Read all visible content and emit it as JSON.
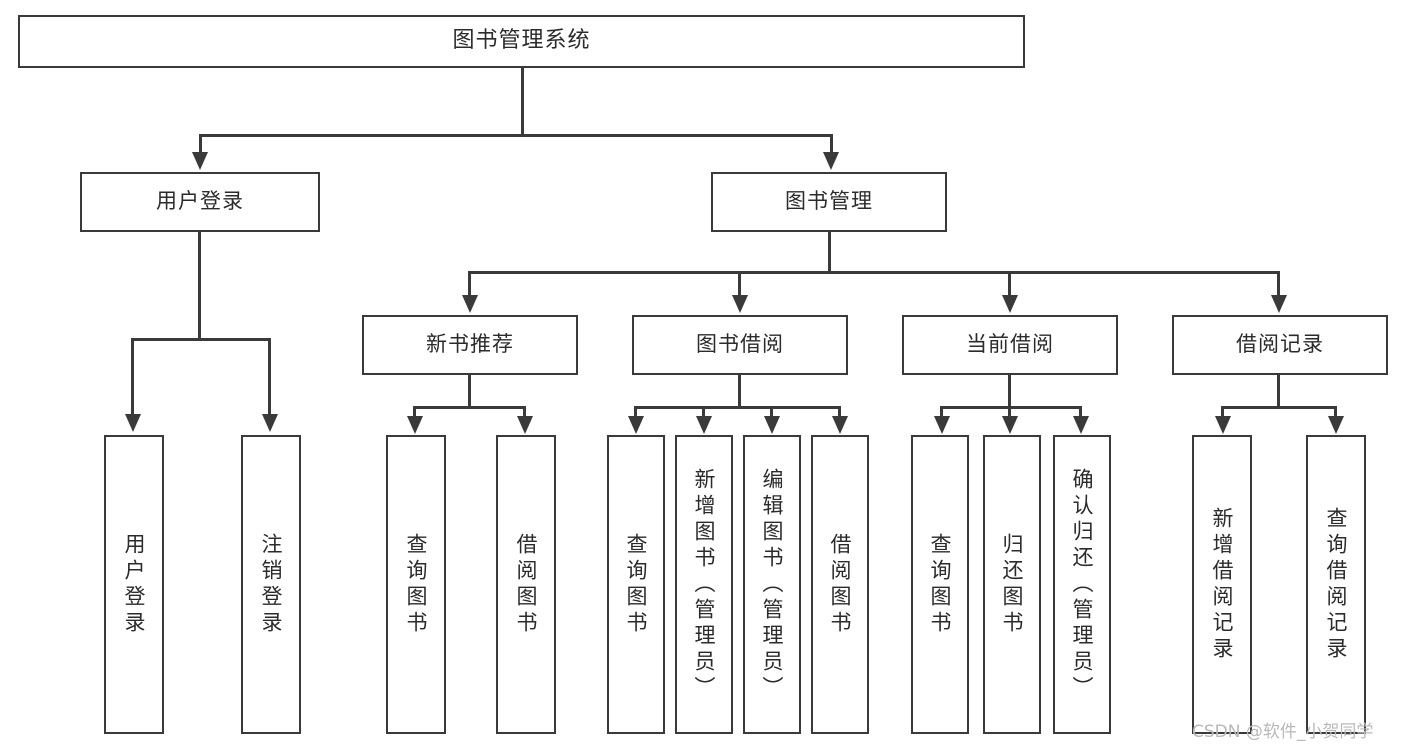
{
  "diagram": {
    "title": "图书管理系统",
    "watermark": "CSDN @软件_小贺同学",
    "stroke_color": "#3a3a3a",
    "text_color": "#2b2b2b",
    "background_color": "#ffffff",
    "watermark_color": "#b9b9b9"
  },
  "nodes": {
    "root": {
      "label": "图书管理系统"
    },
    "level2": [
      {
        "label": "用户登录"
      },
      {
        "label": "图书管理"
      }
    ],
    "level3": [
      {
        "label": "新书推荐"
      },
      {
        "label": "图书借阅"
      },
      {
        "label": "当前借阅"
      },
      {
        "label": "借阅记录"
      }
    ],
    "leaves": {
      "user_login": [
        {
          "label": "用户登录"
        },
        {
          "label": "注销登录"
        }
      ],
      "new_book": [
        {
          "label": "查询图书"
        },
        {
          "label": "借阅图书"
        }
      ],
      "book_borrow": [
        {
          "label": "查询图书"
        },
        {
          "label": "新增图书（管理员）"
        },
        {
          "label": "编辑图书（管理员）"
        },
        {
          "label": "借阅图书"
        }
      ],
      "current_borrow": [
        {
          "label": "查询图书"
        },
        {
          "label": "归还图书"
        },
        {
          "label": "确认归还（管理员）"
        }
      ],
      "borrow_record": [
        {
          "label": "新增借阅记录"
        },
        {
          "label": "查询借阅记录"
        }
      ]
    }
  }
}
